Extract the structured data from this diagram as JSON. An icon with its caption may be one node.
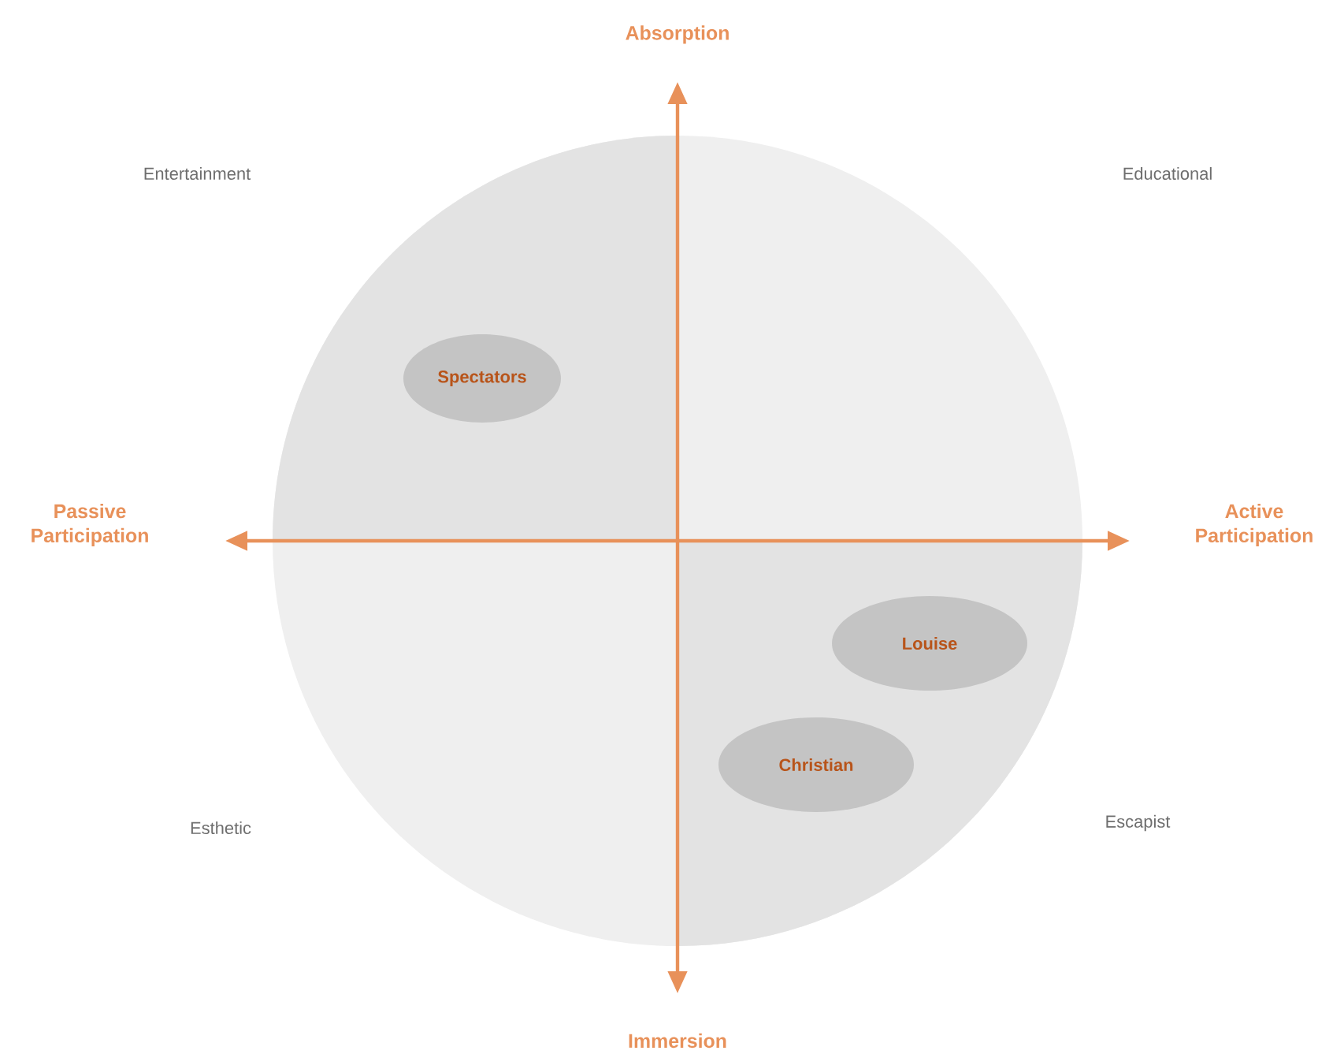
{
  "diagram": {
    "nodes": [
      {
        "text": [
          "Spectators"
        ]
      },
      {
        "text": [
          "Louise"
        ]
      },
      {
        "text": [
          "Christian"
        ]
      }
    ],
    "labels": [
      "Absorption",
      "Entertainment",
      "Educational",
      "Passive Participation",
      "Active Participation",
      "Esthetic",
      "Escapist",
      "Immersion"
    ]
  }
}
